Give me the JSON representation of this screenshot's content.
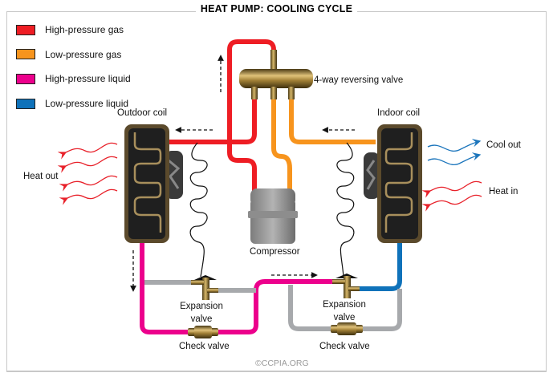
{
  "title": "HEAT PUMP: COOLING CYCLE",
  "legend": [
    {
      "label": "High-pressure gas",
      "color": "#ee1d24"
    },
    {
      "label": "Low-pressure gas",
      "color": "#f7941d"
    },
    {
      "label": "High-pressure liquid",
      "color": "#ec008c"
    },
    {
      "label": "Low-pressure liquid",
      "color": "#0f72ba"
    }
  ],
  "labels": {
    "reversing_valve": "4-way reversing valve",
    "outdoor_coil": "Outdoor coil",
    "indoor_coil": "Indoor coil",
    "heat_out": "Heat out",
    "cool_out": "Cool out",
    "heat_in": "Heat in",
    "compressor": "Compressor",
    "expansion_valve_left_1": "Expansion",
    "expansion_valve_left_2": "valve",
    "expansion_valve_right_1": "Expansion",
    "expansion_valve_right_2": "valve",
    "check_valve_left": "Check valve",
    "check_valve_right": "Check valve",
    "credit": "©CCPIA.ORG"
  },
  "colors": {
    "high_pressure_gas": "#ee1d24",
    "low_pressure_gas": "#f7941d",
    "high_pressure_liquid": "#ec008c",
    "low_pressure_liquid": "#0f72ba",
    "inactive_pipe": "#a7a9ac",
    "brass": "#8a6d2f",
    "coil_frame": "#5b4a2c"
  }
}
